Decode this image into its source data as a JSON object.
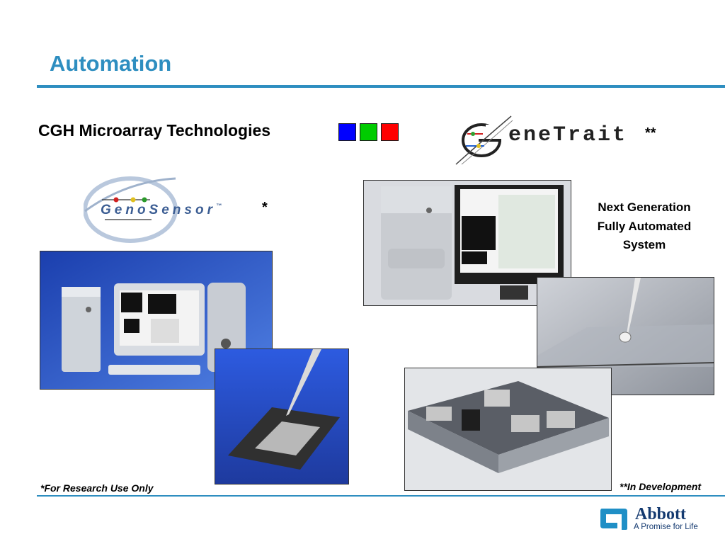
{
  "slide": {
    "title": "Automation",
    "subtitle": "CGH Microarray Technologies",
    "color_squares": [
      "#0000ff",
      "#00cc00",
      "#ff0000"
    ],
    "accent_color": "#2e8ec0"
  },
  "logos": {
    "genosensor": {
      "text": "GenoSensor",
      "trademark": "™",
      "marker": "*"
    },
    "genetrait": {
      "text": "eneTrait",
      "marker": "**"
    },
    "abbott": {
      "name": "Abbott",
      "tagline": "A Promise for Life"
    }
  },
  "caption": {
    "line1": "Next Generation",
    "line2": "Fully Automated",
    "line3": "System"
  },
  "footnotes": {
    "left": "*For Research Use Only",
    "right": "**In Development"
  }
}
